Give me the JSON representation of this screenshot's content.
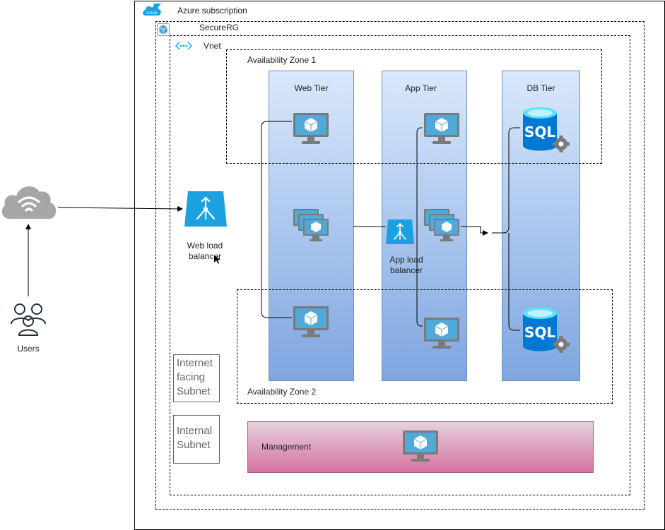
{
  "subscription": {
    "label": "Azure subscription",
    "logo_text": "Azure"
  },
  "resource_group": {
    "label": "SecureRG"
  },
  "vnet": {
    "label": "Vnet"
  },
  "zones": {
    "zone1": "Availability Zone  1",
    "zone2": "Availability Zone  2"
  },
  "tiers": {
    "web": "Web Tier",
    "app": "App Tier",
    "db": "DB Tier"
  },
  "load_balancers": {
    "web": "Web load balancer",
    "app": "App load balancer"
  },
  "subnets": {
    "internet": "Internet facing Subnet",
    "internal": "Internal Subnet"
  },
  "management": {
    "label": "Management"
  },
  "users": {
    "label": "Users"
  },
  "sql_text": "SQL",
  "colors": {
    "azure_blue": "#1ba1e2",
    "vm_blue": "#50a9d9",
    "tier_top": "#dae8fc",
    "tier_bottom": "#7ea6e0",
    "mgmt_top": "#e6d0de",
    "mgmt_bottom": "#d5739d",
    "sql_blue": "#0078d4"
  },
  "icons": [
    "azure-logo-icon",
    "resource-group-icon",
    "vnet-icon",
    "cloud-icon",
    "users-icon",
    "load-balancer-icon",
    "virtual-machine-icon",
    "vm-scale-set-icon",
    "sql-database-icon"
  ]
}
